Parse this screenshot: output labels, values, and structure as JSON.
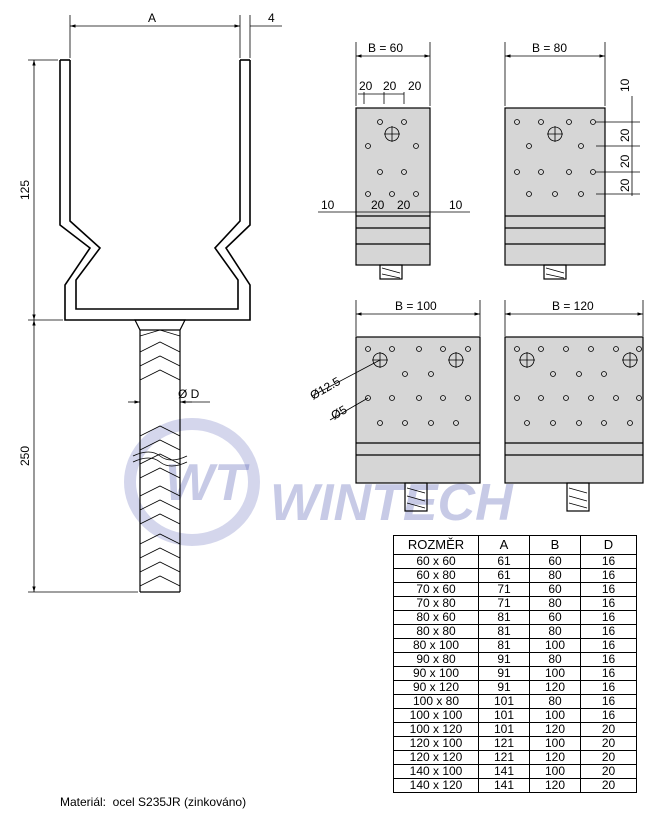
{
  "side_view": {
    "dim_A": "A",
    "dim_thickness": "4",
    "dim_height_top": "125",
    "dim_height_bar": "250",
    "dim_bar_diameter": "Ø D"
  },
  "plate_views": [
    {
      "label": "B = 60"
    },
    {
      "label": "B = 80"
    },
    {
      "label": "B = 100"
    },
    {
      "label": "B = 120"
    }
  ],
  "plate_dims": {
    "b60_spacing": [
      "20",
      "20",
      "20"
    ],
    "b60_bottom": [
      "10",
      "20",
      "20",
      "10"
    ],
    "b80_edge": "10",
    "b80_spacing": [
      "20",
      "20",
      "20"
    ],
    "hole_large": "Ø12.5",
    "hole_small": "Ø5"
  },
  "watermark": {
    "brand": "WINTECH",
    "mark": "WT"
  },
  "size_table": {
    "headers": [
      "ROZMĚR",
      "A",
      "B",
      "D"
    ],
    "rows": [
      [
        "60 x 60",
        "61",
        "60",
        "16"
      ],
      [
        "60 x 80",
        "61",
        "80",
        "16"
      ],
      [
        "70 x 60",
        "71",
        "60",
        "16"
      ],
      [
        "70 x 80",
        "71",
        "80",
        "16"
      ],
      [
        "80 x 60",
        "81",
        "60",
        "16"
      ],
      [
        "80 x 80",
        "81",
        "80",
        "16"
      ],
      [
        "80 x 100",
        "81",
        "100",
        "16"
      ],
      [
        "90 x 80",
        "91",
        "80",
        "16"
      ],
      [
        "90 x 100",
        "91",
        "100",
        "16"
      ],
      [
        "90 x 120",
        "91",
        "120",
        "16"
      ],
      [
        "100 x 80",
        "101",
        "80",
        "16"
      ],
      [
        "100 x 100",
        "101",
        "100",
        "16"
      ],
      [
        "100 x 120",
        "101",
        "120",
        "20"
      ],
      [
        "120 x 100",
        "121",
        "100",
        "20"
      ],
      [
        "120 x 120",
        "121",
        "120",
        "20"
      ],
      [
        "140 x 100",
        "141",
        "100",
        "20"
      ],
      [
        "140 x 120",
        "141",
        "120",
        "20"
      ]
    ]
  },
  "material_note": "Materiál:  ocel S235JR (zinkováno)"
}
